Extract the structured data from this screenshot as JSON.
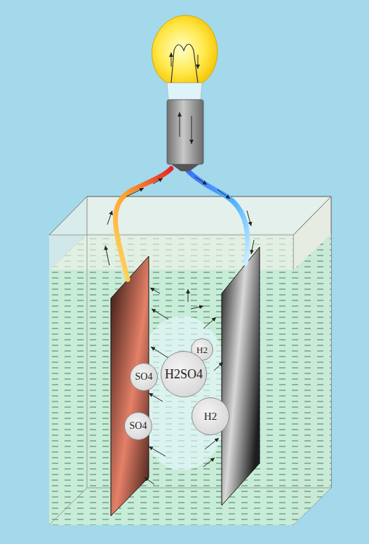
{
  "diagram": {
    "nodes": [
      {
        "text": [
          "H2"
        ]
      },
      {
        "text": [
          "SO4"
        ]
      },
      {
        "text": [
          "H2SO4"
        ]
      },
      {
        "text": [
          "H2"
        ]
      },
      {
        "text": [
          "SO4"
        ]
      }
    ]
  }
}
